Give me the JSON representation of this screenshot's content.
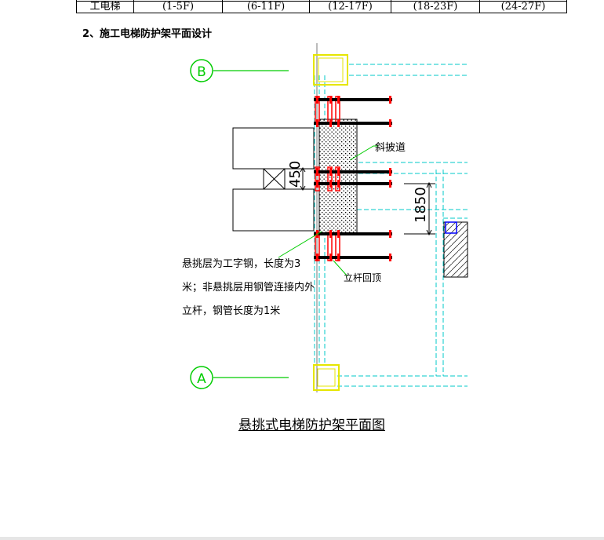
{
  "table": {
    "row1": [
      "",
      "",
      "",
      "",
      "",
      ""
    ],
    "row2": [
      "工电梯",
      "(1-5F)",
      "(6-11F)",
      "(12-17F)",
      "(18-23F)",
      "(24-27F)"
    ]
  },
  "section_heading": "2、施工电梯防护架平面设计",
  "drawing": {
    "axis_b": "B",
    "axis_a": "A",
    "dim_450": "450",
    "dim_1850": "1850",
    "label_ramp": "斜披道",
    "label_pole": "立杆回顶",
    "note_line1": "悬挑层为工字钢，长度为3",
    "note_line2": "米；非悬挑层用钢管连接内外",
    "note_line3": "立杆，钢管长度为1米"
  },
  "caption": "悬挑式电梯防护架平面图",
  "colors": {
    "axis": "#00cc00",
    "steel": "#ff0000",
    "cyan_grid": "#00c8c8",
    "column": "#e6e600",
    "blue": "#0000ff"
  }
}
